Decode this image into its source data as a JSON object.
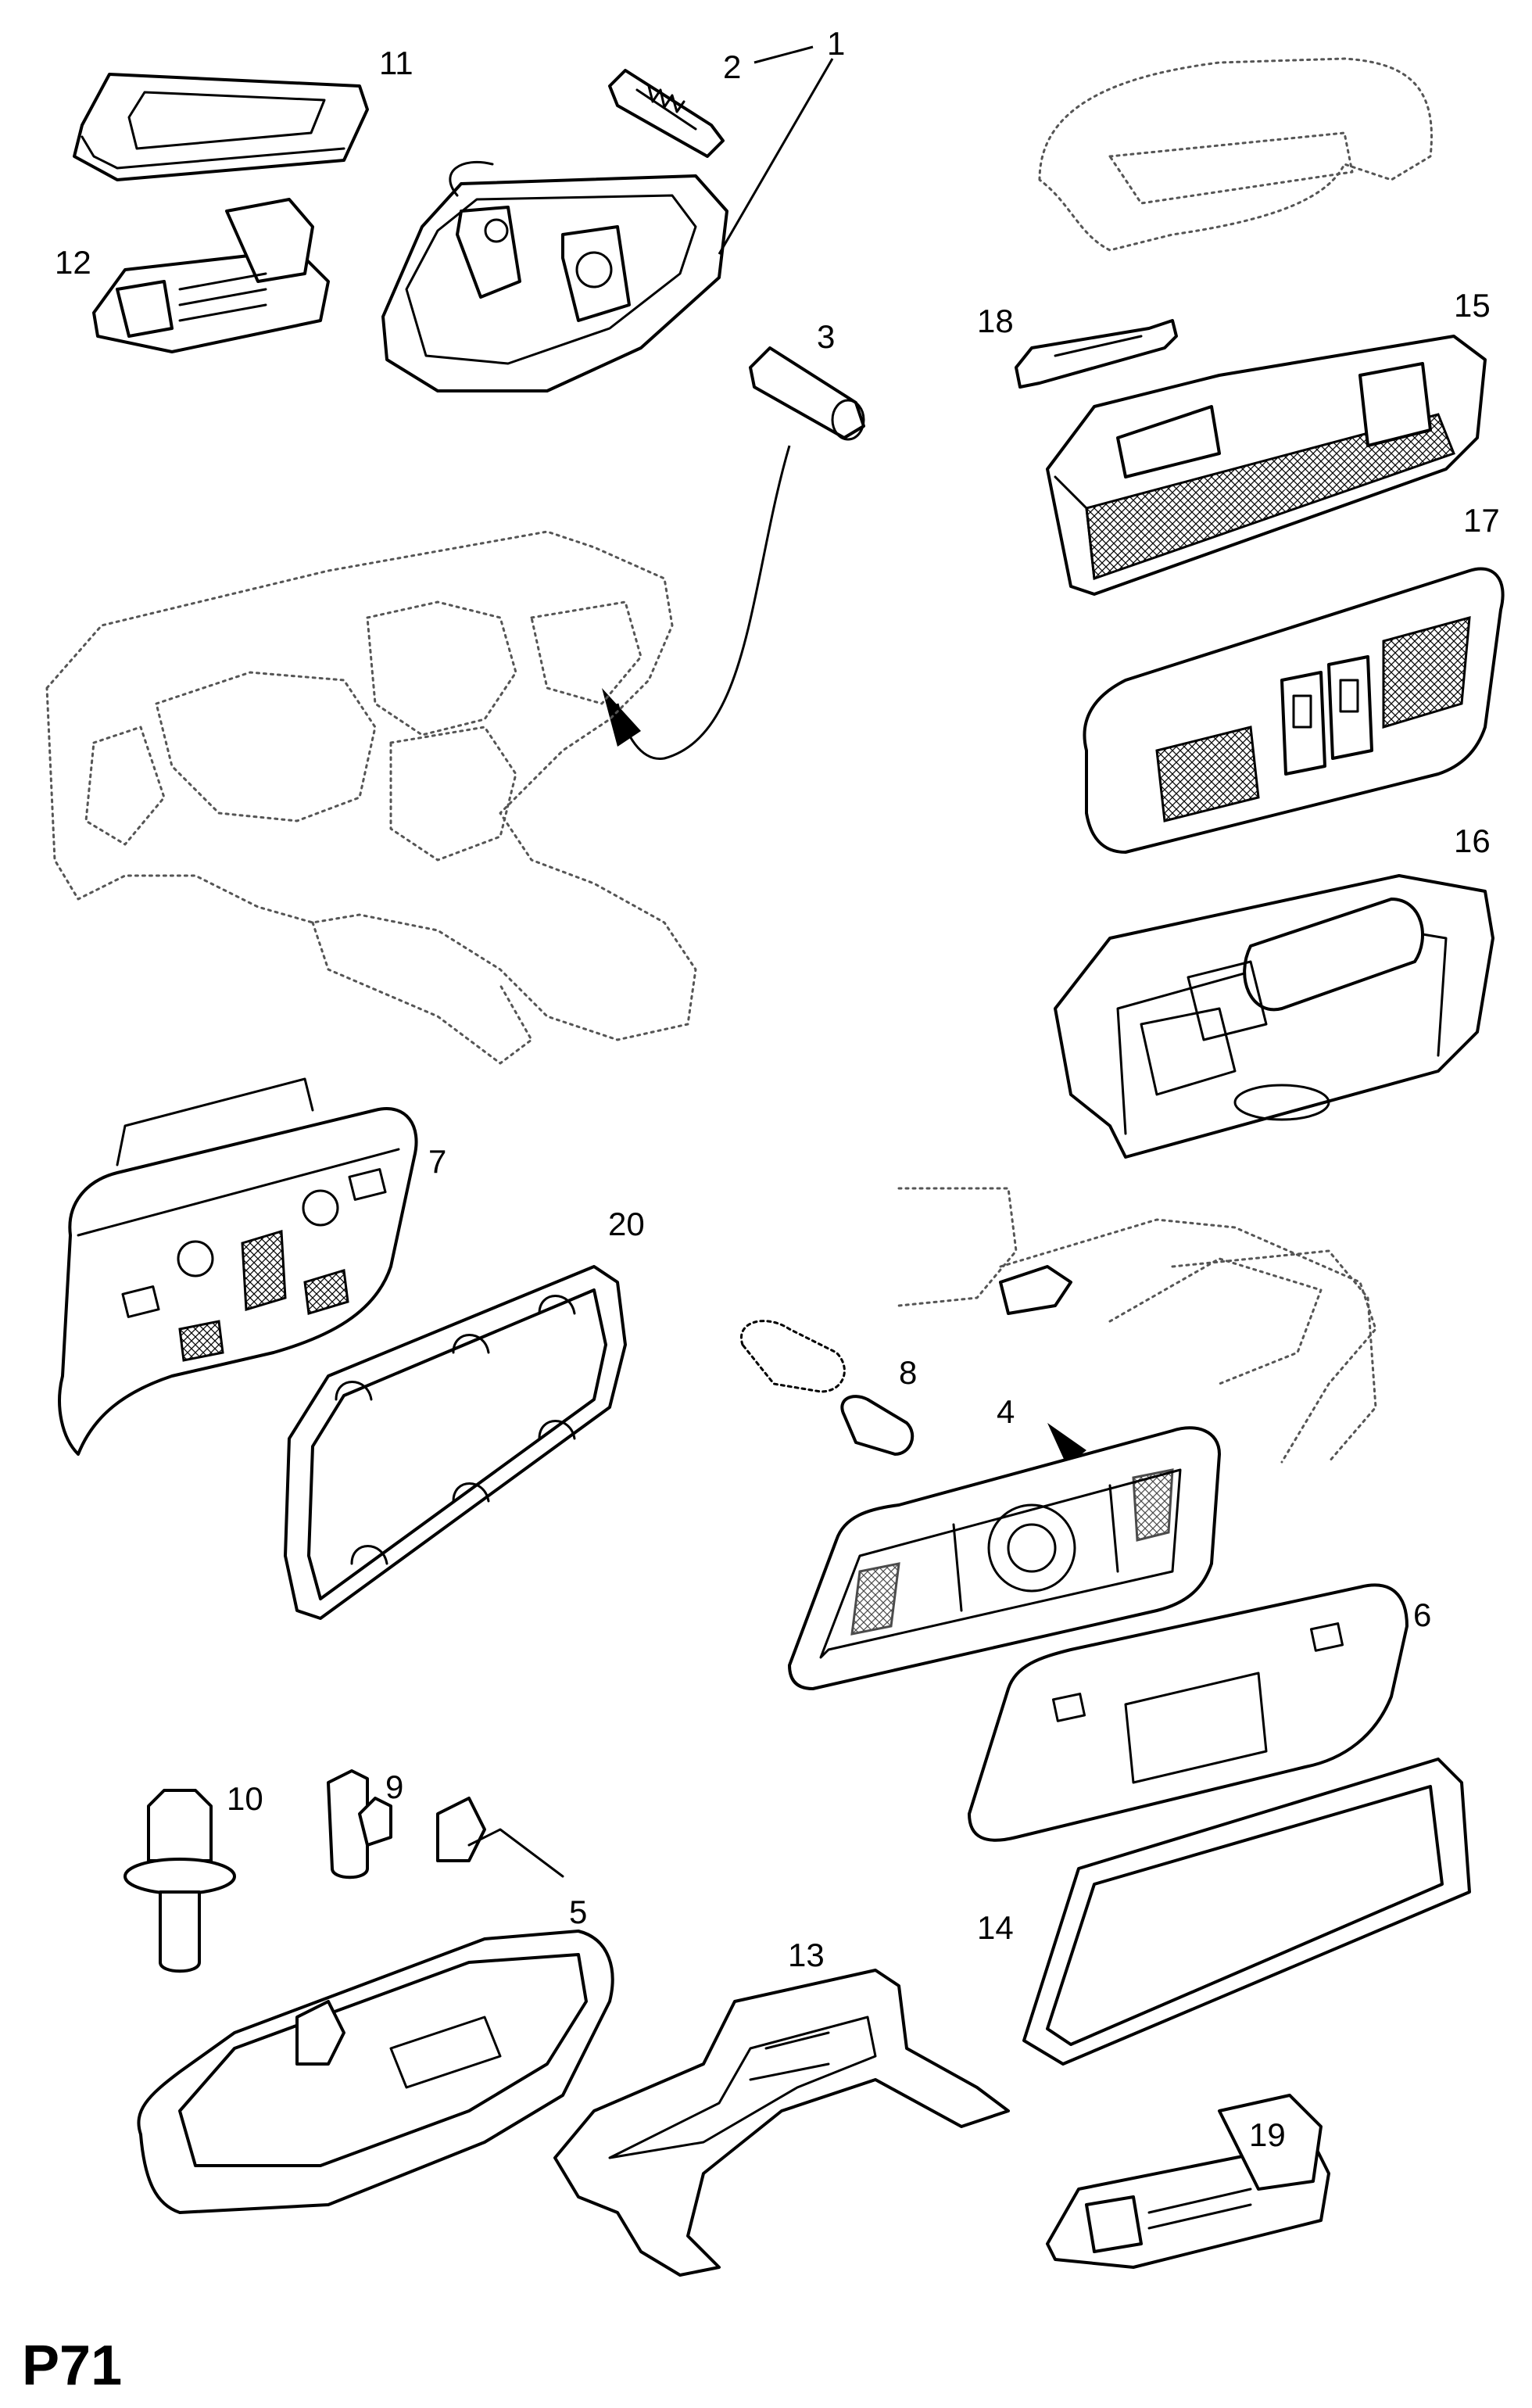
{
  "page_code": "P71",
  "callouts": [
    "1",
    "2",
    "3",
    "4",
    "5",
    "6",
    "7",
    "8",
    "9",
    "10",
    "11",
    "12",
    "13",
    "14",
    "15",
    "16",
    "17",
    "18",
    "19",
    "20"
  ]
}
